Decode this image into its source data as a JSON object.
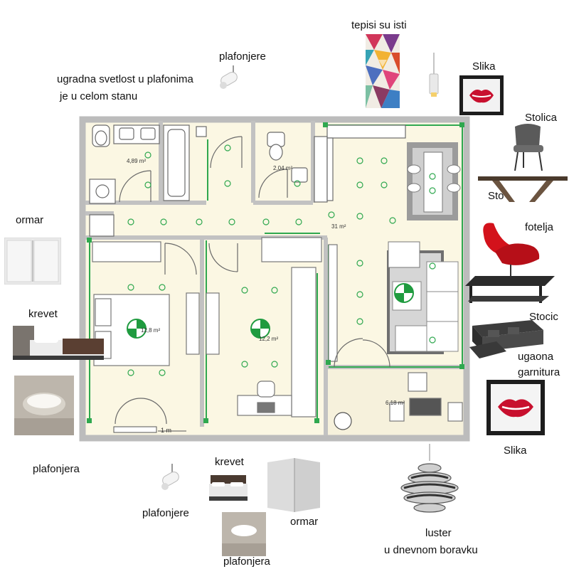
{
  "labels": {
    "rugs": "tepisi su isti",
    "ceiling_lamps_top": "plafonjere",
    "builtin_line1": "ugradna svetlost u plafonima",
    "builtin_line2": "je u celom stanu",
    "painting_top": "Slika",
    "chair": "Stolica",
    "table": "Sto",
    "armchair": "fotelja",
    "coffee_table": "Stocic",
    "sofa_line1": "ugaona",
    "sofa_line2": "garnitura",
    "painting_bottom": "Slika",
    "wardrobe_left": "ormar",
    "bed_left": "krevet",
    "ceiling_light_left": "plafonjera",
    "ceiling_lamps_bottom": "plafonjere",
    "bed_bottom": "krevet",
    "wardrobe_bottom": "ormar",
    "ceiling_light_bottom": "plafonjera",
    "chandelier_line1": "luster",
    "chandelier_line2": "u dnevnom boravku"
  },
  "plan": {
    "areas": {
      "bathroom": "4,89 m²",
      "toilet": "2,04 m²",
      "living": "31 m²",
      "bedroom1": "12,8 m²",
      "bedroom2": "12,2 m²",
      "balcony": "6,18 m²"
    },
    "scale_label": "1 m"
  },
  "colors": {
    "floor": "#fbf7e3",
    "wall": "#bdbdbd",
    "accent_green": "#2fa84f",
    "lips_red": "#c8102e",
    "armchair_red": "#d3121b"
  }
}
